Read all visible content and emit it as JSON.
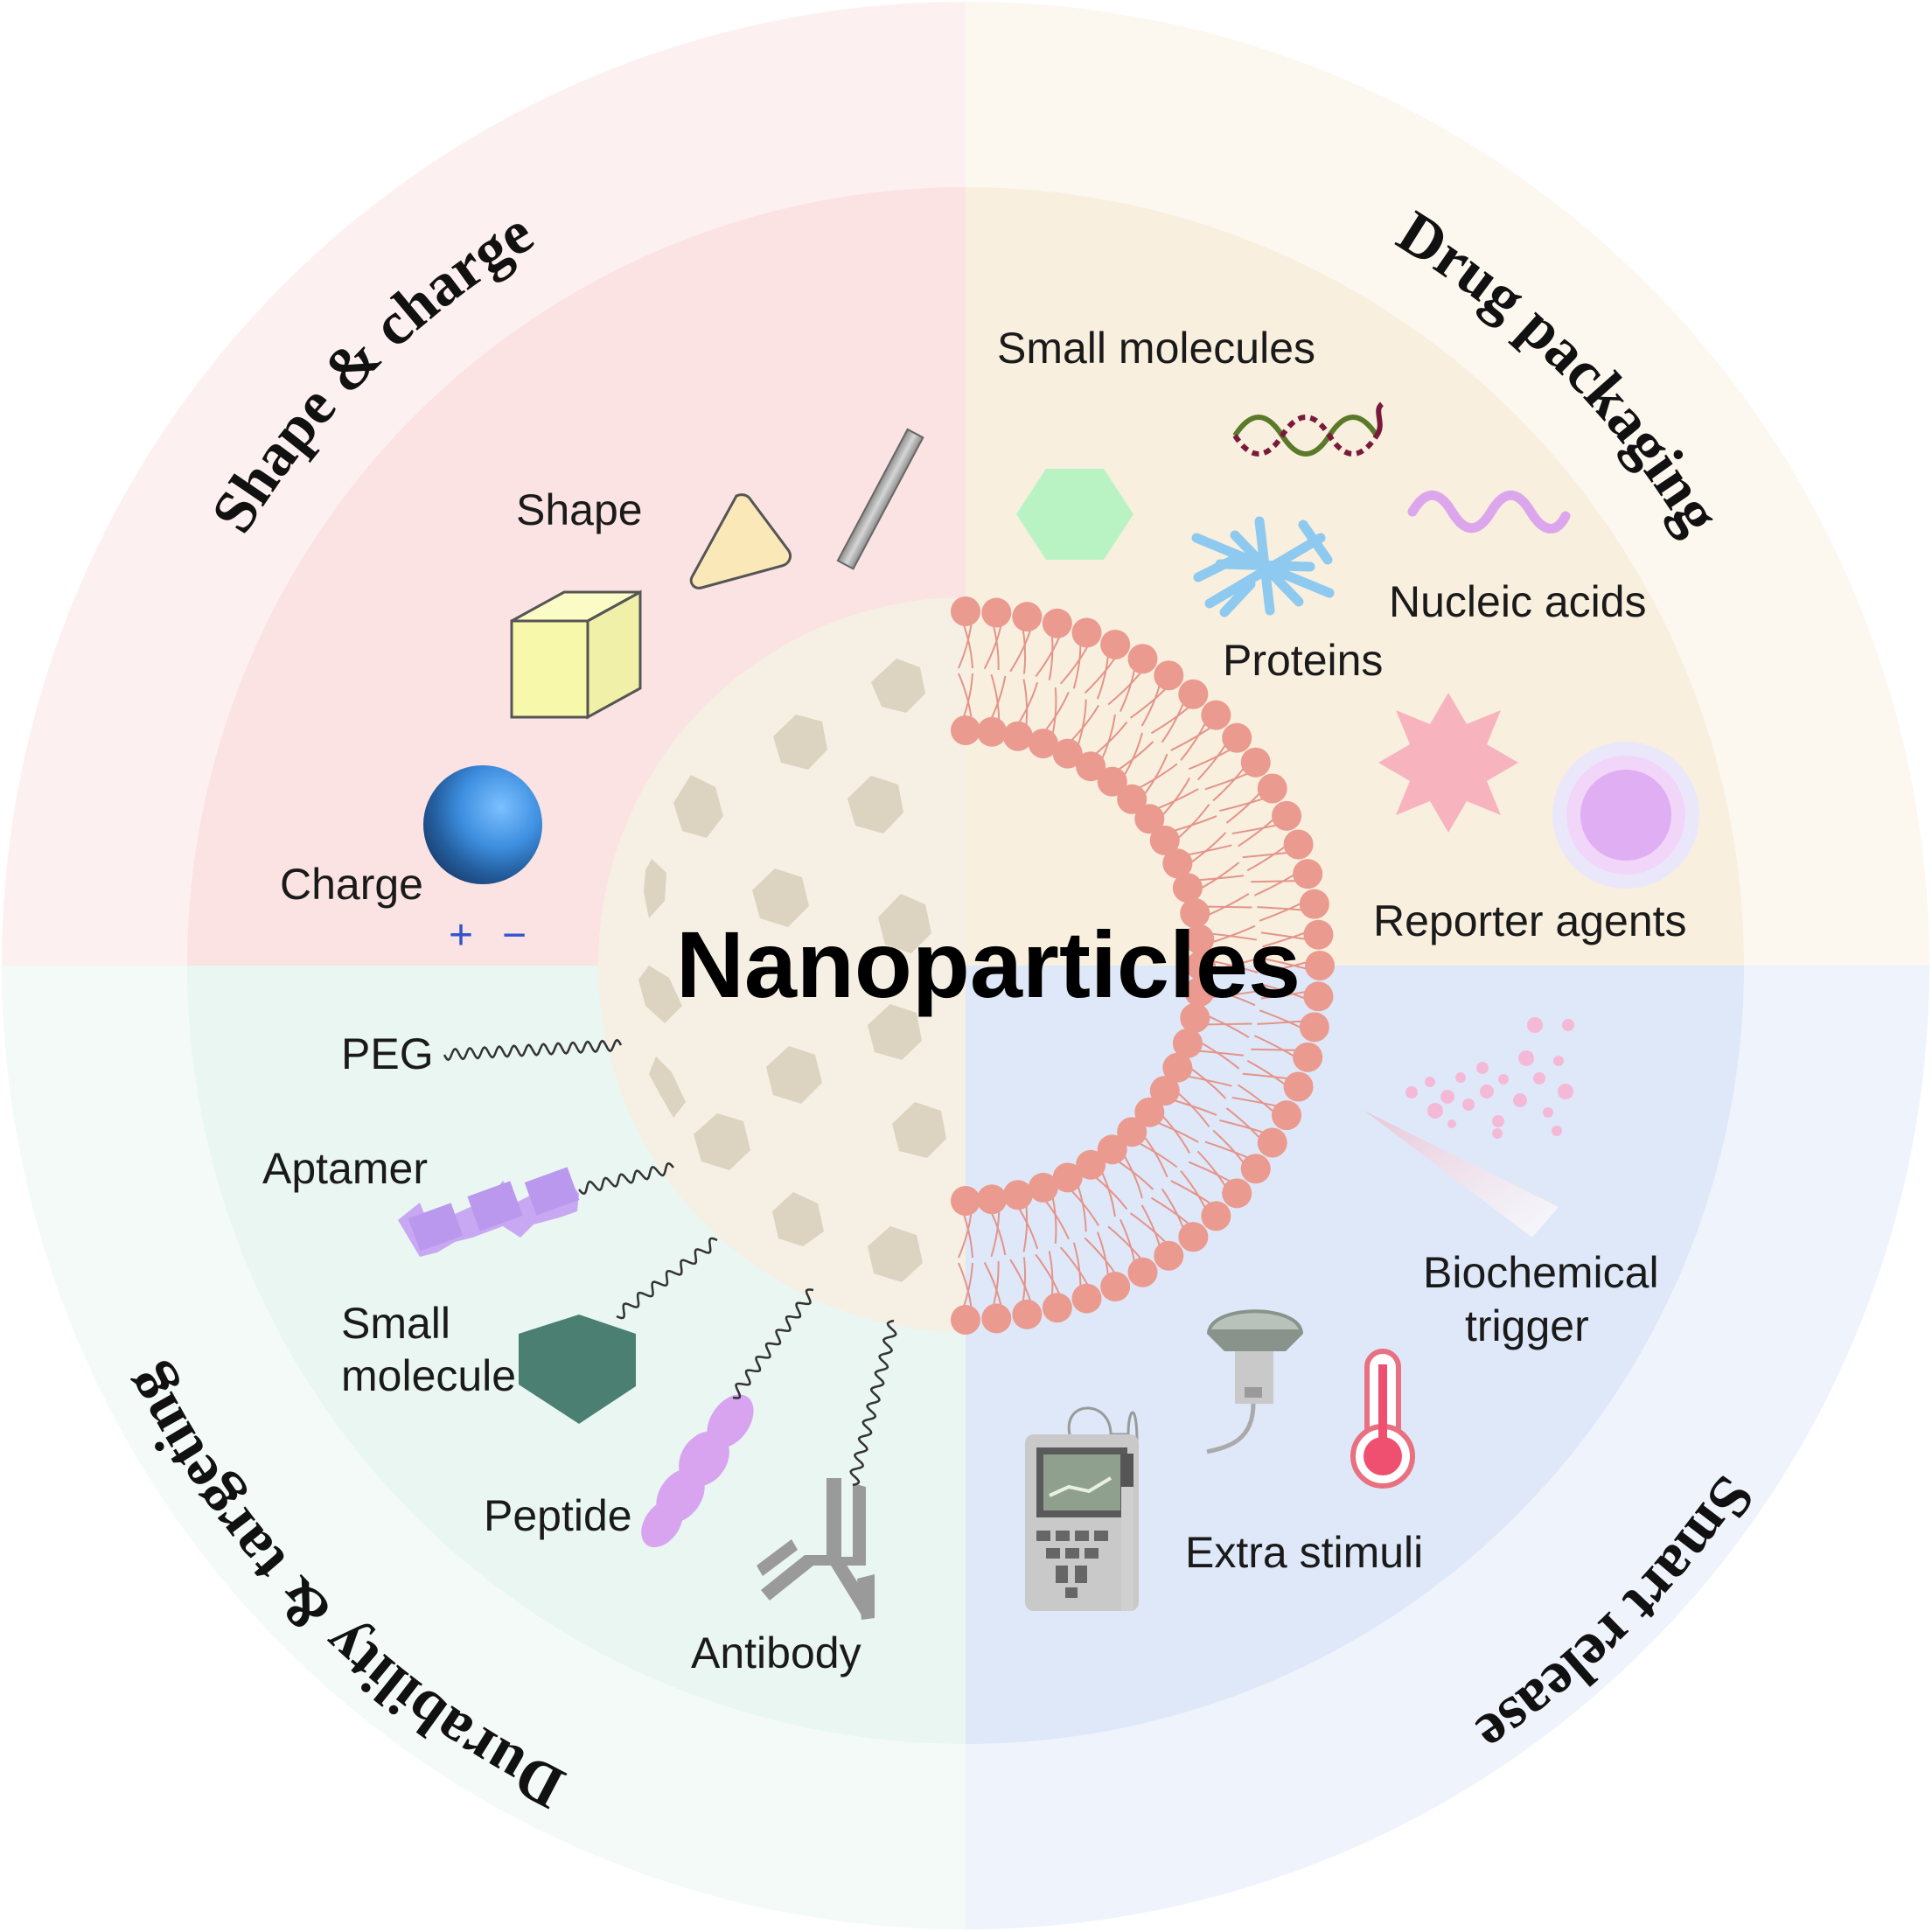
{
  "center": {
    "title": "Nanoparticles"
  },
  "quadrants": {
    "shape_charge": {
      "title": "Shape & charge",
      "labels": {
        "shape": "Shape",
        "charge": "Charge",
        "plus": "+",
        "minus": "−"
      },
      "color": "#fbe3e3"
    },
    "drug_packaging": {
      "title": "Drug packaging",
      "labels": {
        "small_molecules": "Small molecules",
        "proteins": "Proteins",
        "nucleic_acids": "Nucleic acids",
        "reporter_agents": "Reporter agents"
      },
      "color": "#f8efde"
    },
    "durability_targeting": {
      "title": "Durability & targeting",
      "labels": {
        "peg": "PEG",
        "aptamer": "Aptamer",
        "small_molecule_1": "Small",
        "small_molecule_2": "molecule",
        "peptide": "Peptide",
        "antibody": "Antibody"
      },
      "color": "#eaf6f1"
    },
    "smart_release": {
      "title": "Smart release",
      "labels": {
        "biochemical_1": "Biochemical",
        "biochemical_2": "trigger",
        "extra_stimuli": "Extra stimuli"
      },
      "color": "#dfe8f8"
    }
  },
  "colors": {
    "lipid_head": "#ea9a8f",
    "lipid_tail": "#e4948a",
    "core": "#f6efe4",
    "core_hex": "#dcd3c0",
    "pentagon": "#4a7f72",
    "aptamer": "#c8a8f2",
    "peptide": "#d8a4f0",
    "antibody": "#9a9a9a"
  }
}
